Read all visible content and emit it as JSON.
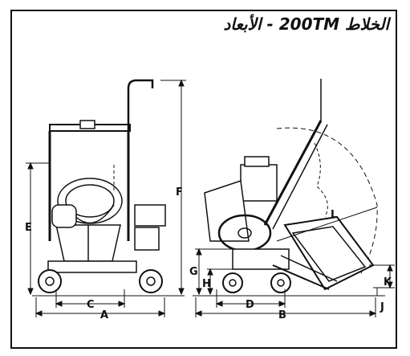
{
  "title": "الخلاط 200TM - الأبعاد",
  "labels": {
    "A": "A",
    "B": "B",
    "C": "C",
    "D": "D",
    "E": "E",
    "F": "F",
    "G": "G",
    "H": "H",
    "J": "J",
    "K": "K",
    "L": "L"
  }
}
